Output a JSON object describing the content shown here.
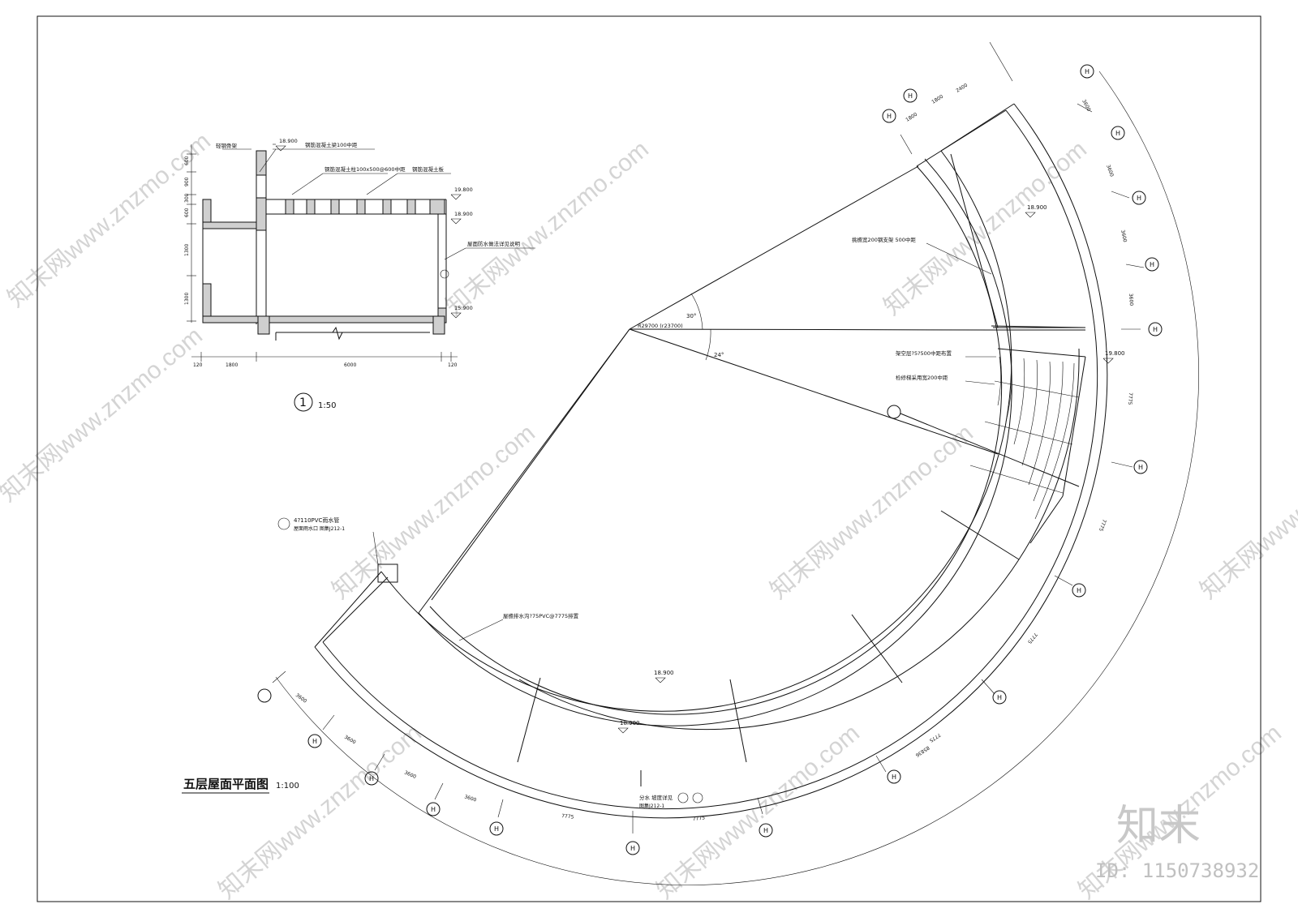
{
  "main_plan": {
    "title": "五层屋面平面图",
    "scale": "1:100",
    "radius_note": "R29700 (r23700)",
    "angle_a": "30°",
    "angle_b": "24°",
    "elev_roof": "18.900",
    "elev_top": "19.800",
    "note_drain": "4?110PVC雨水管",
    "note_drain_sub": "屋面雨水口 图集J212-1",
    "note_gutter": "屋檐排水沟?75PVC@7775排置",
    "note_parapet": "挑檐宽200钢支架 500中距",
    "note_stair_a": "架空层?5?500中距布置",
    "note_stair_b": "检修梯采用宽200中距",
    "note_bottom": "分水 坡度详见",
    "note_bottom_sub": "图集J212-1",
    "dims_right": [
      "3600",
      "3600",
      "3600",
      "3600",
      "7775",
      "7775",
      "7775",
      "7775"
    ],
    "dims_left": [
      "3600",
      "3600",
      "3600",
      "3600",
      "7775",
      "7775"
    ],
    "dims_top": [
      "1800",
      "2400",
      "1800"
    ],
    "total_dim": "85836",
    "axis_labels": [
      "H",
      "H",
      "H",
      "H",
      "H",
      "H",
      "H",
      "H",
      "H",
      "H",
      "H",
      "H",
      "H",
      "H",
      "H",
      "H",
      "H"
    ]
  },
  "detail": {
    "number": "1",
    "scale": "1:50",
    "elev_a": "18.900",
    "elev_b": "19.800",
    "elev_c": "18.900",
    "elev_d": "15.900",
    "note_a": "轻钢骨架",
    "note_b": "钢筋混凝土梁100中距",
    "note_c": "钢筋混凝土柱100x500@600中距",
    "note_d": "钢筋混凝土板",
    "note_e": "屋面防水做法详见说明",
    "dim_left": [
      "600",
      "900",
      "300",
      "600",
      "1300",
      "1300"
    ],
    "dim_bottom": [
      "120",
      "1800",
      "6000",
      "120"
    ]
  },
  "brand": {
    "logo": "知末",
    "id_text": "ID: 1150738932",
    "watermark": "知末网www.znzmo.com"
  }
}
